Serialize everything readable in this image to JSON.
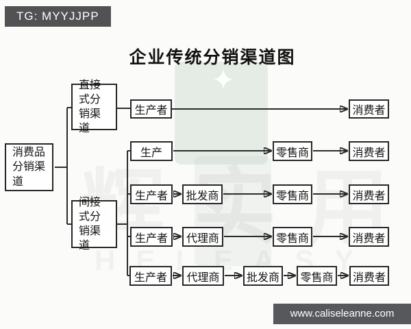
{
  "header": {
    "tg_label": "TG: MYYJJPP"
  },
  "title": "企业传统分销渠道图",
  "footer": {
    "site_url": "www.caliseleanne.com"
  },
  "watermark": {
    "cn_text": "辉实用",
    "en_text": "HELEASY",
    "star_glyph": "✦"
  },
  "colors": {
    "line": "#2b2b2b",
    "box_border": "#262626",
    "tg_bg": "#525254",
    "site_bar_bg": "#57585c",
    "background": "#fbfbf9",
    "watermark_green": "#a8c4b2"
  },
  "diagram": {
    "root": "消费品分销渠道",
    "branches": [
      {
        "label": "直接式分销渠道"
      },
      {
        "label": "间接式分销渠道"
      }
    ],
    "rows": [
      {
        "nodes": [
          "生产者",
          "消费者"
        ]
      },
      {
        "nodes": [
          "生产",
          "零售商",
          "消费者"
        ]
      },
      {
        "nodes": [
          "生产者",
          "批发商",
          "零售商",
          "消费者"
        ]
      },
      {
        "nodes": [
          "生产者",
          "代理商",
          "零售商",
          "消费者"
        ]
      },
      {
        "nodes": [
          "生产者",
          "代理商",
          "批发商",
          "零售商",
          "消费者"
        ]
      }
    ]
  }
}
